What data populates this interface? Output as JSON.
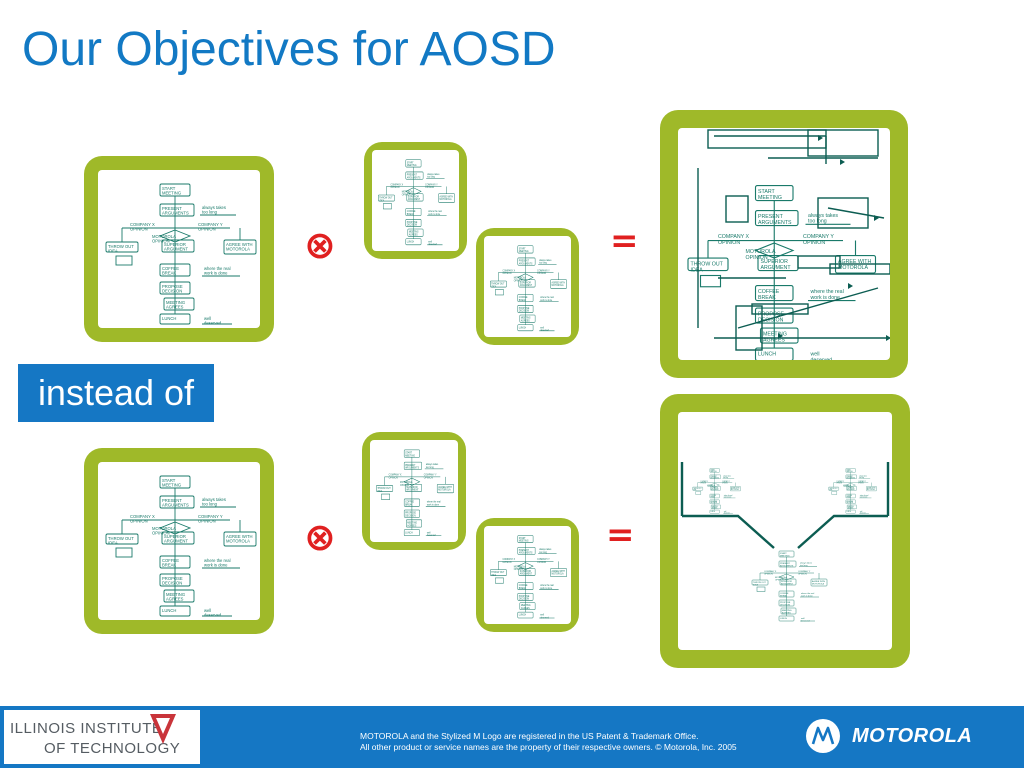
{
  "slide": {
    "title": "Our Objectives for AOSD",
    "instead_label": "instead of"
  },
  "operators": {
    "compose": "⊗",
    "equals": "="
  },
  "flowchart": {
    "start": "START MEETING",
    "present": "PRESENT ARGUMENTS",
    "present_note": "always takes too long",
    "company_x": "COMPANY X OPINION",
    "company_y": "COMPANY Y OPINION",
    "motorola": "MOTOROLA OPINION",
    "superior": "SUPERIOR ARGUMENT",
    "throw_out": "THROW OUT IDEA",
    "agree": "AGREE WITH MOTOROLA",
    "coffee": "COFFEE BREAK",
    "coffee_note": "where the real work is done",
    "propose": "PROPOSE DECISION",
    "meeting_agrees": "MEETING AGREES",
    "lunch": "LUNCH",
    "lunch_note": "well deserved"
  },
  "footer": {
    "iit_line1": "ILLINOIS INSTITUTE",
    "iit_line2": "OF TECHNOLOGY",
    "legal_line1": "MOTOROLA and the Stylized M Logo are registered in the US Patent & Trademark Office.",
    "legal_line2": "All other product or service names are the property of their respective owners. © Motorola, Inc. 2005",
    "brand": "MOTOROLA"
  },
  "colors": {
    "title_blue": "#1279c4",
    "frame_green": "#9fb929",
    "flow_teal": "#1a7a6a",
    "operator_red": "#e02020",
    "footer_blue": "#1577c4"
  }
}
